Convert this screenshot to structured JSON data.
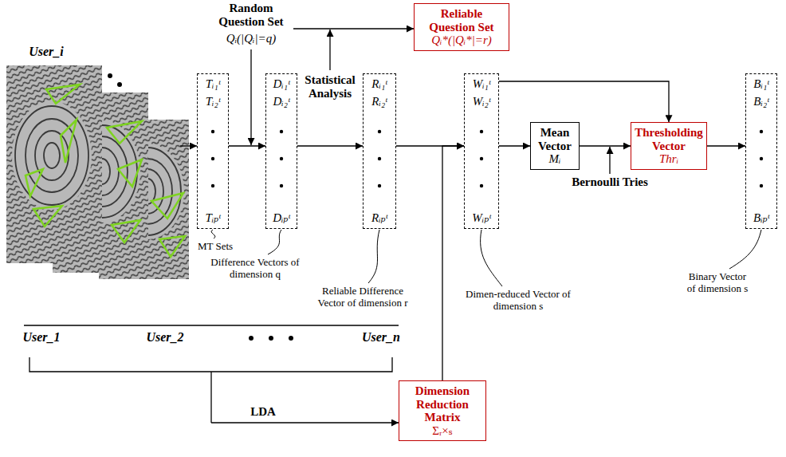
{
  "diagram": {
    "nodes": [
      {
        "text": [
          "Tᵢ₁ᵗ",
          "Tᵢ₂ᵗ",
          "Tᵢₚᵗ"
        ]
      },
      {
        "text": [
          "Dᵢ₁ᵗ",
          "Dᵢ₂ᵗ",
          "Dᵢₚᵗ"
        ]
      },
      {
        "text": [
          "Reliable Question Set",
          "Qᵢ*(|Qᵢ*|=r)"
        ]
      },
      {
        "text": [
          "Rᵢ₁ᵗ",
          "Rᵢ₂ᵗ",
          "Rᵢₚᵗ"
        ]
      },
      {
        "text": [
          "Wᵢ₁ᵗ",
          "Wᵢ₂ᵗ",
          "Wᵢₚᵗ"
        ]
      },
      {
        "text": [
          "Mean Vector",
          "Mᵢ"
        ]
      },
      {
        "text": [
          "Thresholding Vector",
          "Thrᵢ"
        ]
      },
      {
        "text": [
          "Bᵢ₁ᵗ",
          "Bᵢ₂ᵗ",
          "Bᵢₚᵗ"
        ]
      },
      {
        "text": [
          "Dimension Reduction Matrix",
          "Σᵣ×ₛ"
        ]
      }
    ],
    "edges": [
      {
        "from": 0,
        "to": 1,
        "arrow": "to"
      },
      {
        "from": 1,
        "to": 3,
        "label": "Statistical Analysis",
        "arrow": "to"
      },
      {
        "from": 3,
        "to": 4,
        "arrow": "to"
      },
      {
        "from": 8,
        "to": 4,
        "arrow": "to"
      },
      {
        "from": 4,
        "to": 5,
        "arrow": "to"
      },
      {
        "from": 5,
        "to": 6,
        "arrow": "to"
      },
      {
        "from": 4,
        "to": 6,
        "arrow": "to"
      },
      {
        "from": 6,
        "to": 7,
        "arrow": "to"
      }
    ],
    "labels": [
      "User_i",
      "Random Question Set",
      "Qᵢ(|Qᵢ|=q)",
      "Bernoulli Tries",
      "MT Sets",
      "Difference Vectors of dimension q",
      "Reliable Difference Vector of dimension r",
      "Dimen-reduced Vector of dimension s",
      "Binary Vector of dimension s",
      "User_1",
      "User_2",
      "User_n",
      "LDA"
    ]
  }
}
